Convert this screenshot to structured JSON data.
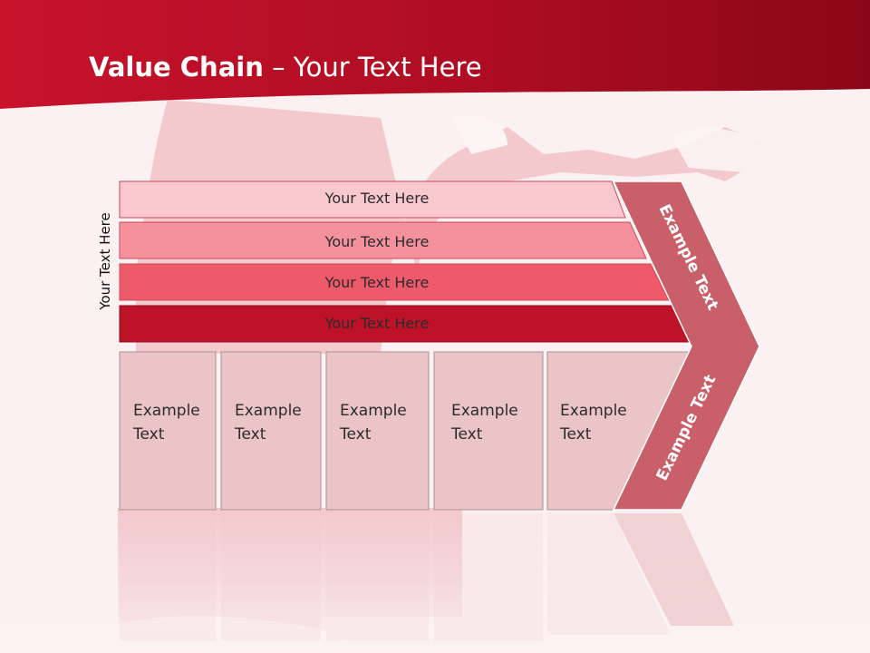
{
  "slide": {
    "title_bold": "Value Chain",
    "title_rest": " – Your Text Here",
    "side_label": "Your Text Here"
  },
  "rows": [
    {
      "label": "Your Text Here",
      "color": "#f9c8cf"
    },
    {
      "label": "Your Text Here",
      "color": "#f5919d"
    },
    {
      "label": "Your Text Here",
      "color": "#ef5a6b"
    },
    {
      "label": "Your Text Here",
      "color": "#be1228"
    }
  ],
  "boxes": [
    {
      "line1": "Example",
      "line2": "Text"
    },
    {
      "line1": "Example",
      "line2": "Text"
    },
    {
      "line1": "Example",
      "line2": "Text"
    },
    {
      "line1": "Example",
      "line2": "Text"
    },
    {
      "line1": "Example",
      "line2": "Text"
    }
  ],
  "chevron": {
    "upper_label": "Example Text",
    "lower_label": "Example Text",
    "color": "#c95f68"
  },
  "colors": {
    "banner": "#b00d24",
    "box_fill": "#ebc4c7",
    "background": "#fbf1f2"
  }
}
